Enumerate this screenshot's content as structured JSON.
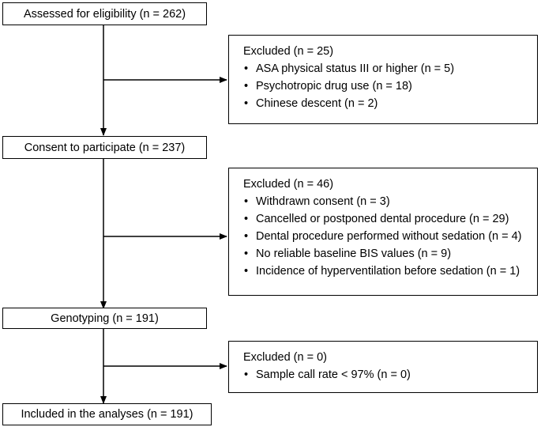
{
  "steps": [
    {
      "label": "Assessed for eligibility (n = 262)"
    },
    {
      "label": "Consent to participate (n = 237)"
    },
    {
      "label": "Genotyping (n = 191)"
    },
    {
      "label": "Included in the analyses (n = 191)"
    }
  ],
  "exclusions": [
    {
      "title": "Excluded (n = 25)",
      "items": [
        "ASA physical status III or higher (n = 5)",
        "Psychotropic drug use (n = 18)",
        "Chinese descent (n = 2)"
      ]
    },
    {
      "title": "Excluded (n = 46)",
      "items": [
        "Withdrawn consent (n = 3)",
        "Cancelled or postponed dental procedure (n = 29)",
        "Dental procedure performed without sedation (n = 4)",
        "No reliable baseline BIS values (n = 9)",
        "Incidence of hyperventilation before sedation (n = 1)"
      ]
    },
    {
      "title": "Excluded (n = 0)",
      "items": [
        "Sample call rate < 97% (n = 0)"
      ]
    }
  ],
  "bullet_glyph": "•"
}
